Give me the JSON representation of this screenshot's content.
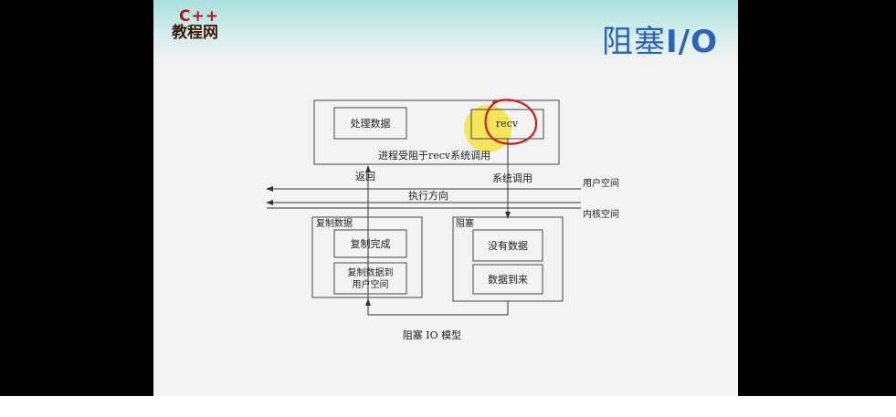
{
  "slide": {
    "logo_line1": "C++",
    "logo_line2": "教程网",
    "title_cn": "阻塞",
    "title_io": "I/O"
  },
  "diagram": {
    "process_data": "处理数据",
    "recv": "recv",
    "blocked_label": "进程受阻于recv系统调用",
    "return_label": "返回",
    "syscall_label": "系统调用",
    "user_space": "用户空间",
    "exec_direction": "执行方向",
    "kernel_space": "内核空间",
    "copy_group": "复制数据",
    "copy_done": "复制完成",
    "copy_to_user_line1": "复制数据到",
    "copy_to_user_line2": "用户空间",
    "block_group": "阻塞",
    "no_data": "没有数据",
    "data_arrived": "数据到来",
    "caption": "阻塞 IO 模型"
  },
  "colors": {
    "title_blue": "#2a63b8",
    "logo_red": "#b5121b",
    "annotation_red": "#d21a1a",
    "highlight_yellow": "#f5e23c"
  },
  "annotations": {
    "highlight": "yellow circle",
    "circle": "red hand-drawn circle around recv"
  }
}
